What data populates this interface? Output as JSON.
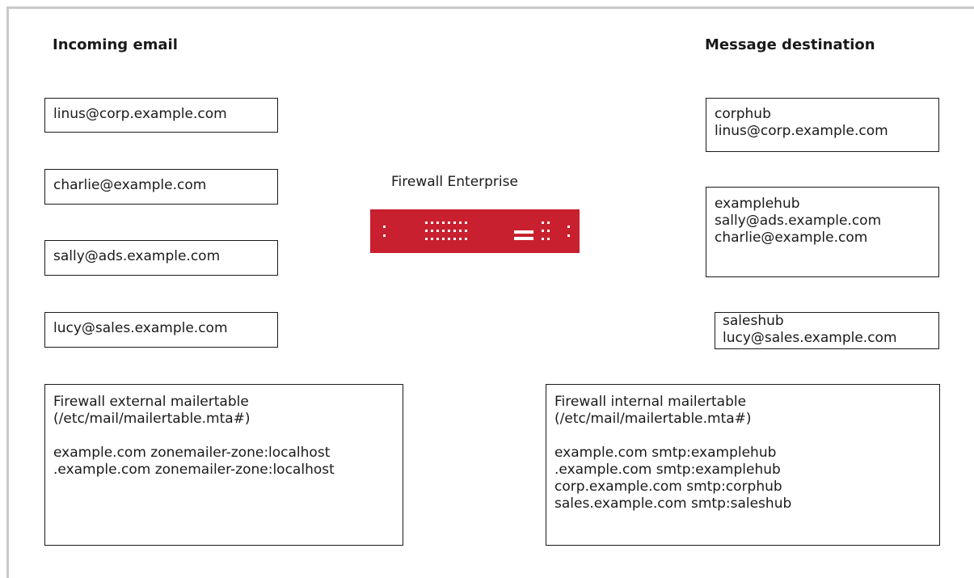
{
  "headings": {
    "incoming": "Incoming email",
    "destination": "Message destination"
  },
  "incoming_email": [
    "linus@corp.example.com",
    "charlie@example.com",
    "sally@ads.example.com",
    "lucy@sales.example.com"
  ],
  "firewall": {
    "label": "Firewall Enterprise",
    "device_icon": "firewall-appliance-icon",
    "device_color": "#c8202f"
  },
  "destinations": [
    {
      "hub": "corphub",
      "addresses": [
        "linus@corp.example.com"
      ]
    },
    {
      "hub": "examplehub",
      "addresses": [
        "sally@ads.example.com",
        "charlie@example.com"
      ]
    },
    {
      "hub": "saleshub",
      "addresses": [
        "lucy@sales.example.com"
      ]
    }
  ],
  "external_mailertable": {
    "title": "Firewall external mailertable",
    "path": "(/etc/mail/mailertable.mta#)",
    "entries": [
      "example.com zonemailer-zone:localhost",
      ".example.com zonemailer-zone:localhost"
    ]
  },
  "internal_mailertable": {
    "title": "Firewall internal mailertable",
    "path": "(/etc/mail/mailertable.mta#)",
    "entries": [
      "example.com smtp:examplehub",
      ".example.com smtp:examplehub",
      "corp.example.com smtp:corphub",
      "sales.example.com smtp:saleshub"
    ]
  }
}
